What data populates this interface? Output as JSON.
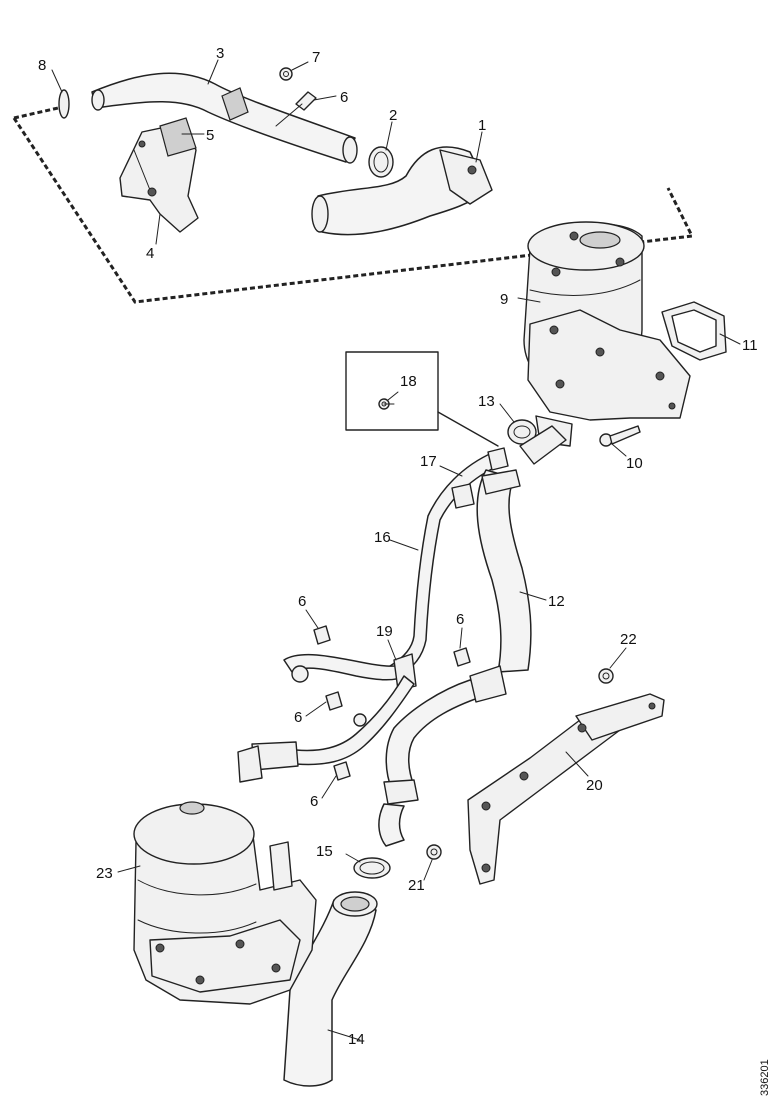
{
  "labels": {
    "p1": "1",
    "p2": "2",
    "p3": "3",
    "p4": "4",
    "p5": "5",
    "p6": "6",
    "p7": "7",
    "p8": "8",
    "p9": "9",
    "p10": "10",
    "p11": "11",
    "p12": "12",
    "p13": "13",
    "p14": "14",
    "p15": "15",
    "p16": "16",
    "p17": "17",
    "p18": "18",
    "p19": "19",
    "p20": "20",
    "p21": "21",
    "p22": "22",
    "p23": "23"
  },
  "drawing_number": "336201"
}
